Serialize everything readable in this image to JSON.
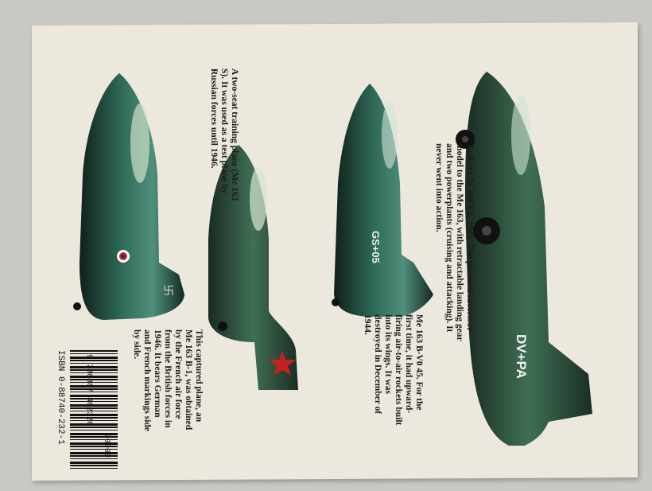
{
  "captions": {
    "me163s": "A two-seat training plane (Me 163 S). It was used as a test plane by Russian forces until 1946.",
    "me163b1": "This captured plane, an Me 163 B-1, was obtained by the French air force from the British forces in 1946. It bears German and French markings side by side.",
    "me163bv045": "Me 163 B-V0 45. For the first time, it had upward-firing air-to-air rockets built into its wings. It was destroyed in December of 1944.",
    "ju248": "Junkers Ju 248 V1, 1945. The planned successor model to the Me 163, with retractable landing gear and two powerplants (cruising and attacking). It never went into action."
  },
  "markings": {
    "plane3": "GS+05",
    "plane4": "DV+PA"
  },
  "barcode": {
    "isbn": "ISBN 0-88740-232-1",
    "ean": "9 780887 402326",
    "addon": "90000"
  },
  "colors": {
    "cover": "#ece8de",
    "aircraft_green": "#1f4a3c",
    "background": "#c8c8c4"
  }
}
